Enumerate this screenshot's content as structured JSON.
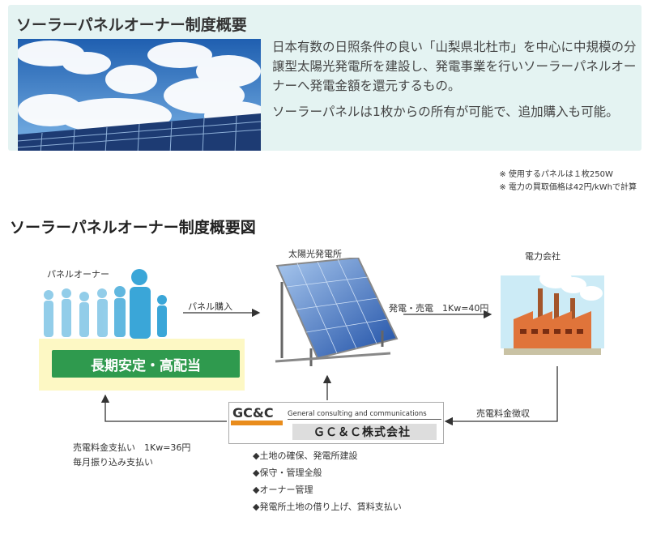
{
  "top": {
    "title": "ソーラーパネルオーナー制度概要",
    "description_1": "日本有数の日照条件の良い「山梨県北杜市」を中心に中規模の分譲型太陽光発電所を建設し、発電事業を行いソーラーパネルオーナーへ発電金額を還元するもの。",
    "description_2": "ソーラーパネルは1枚からの所有が可能で、追加購入も可能。"
  },
  "notes": [
    "※ 使用するパネルは１枚250W",
    "※ 電力の買取価格は42円/kWhで計算"
  ],
  "diagram": {
    "title": "ソーラーパネルオーナー制度概要図",
    "owner_label": "パネルオーナー",
    "plant_label": "太陽光発電所",
    "power_company_label": "電力会社",
    "buy_panel_label": "パネル購入",
    "sell_label": "発電・売電　1Kw=40円",
    "collect_label": "売電料金徴収",
    "payment_label": "売電料金支払い　1Kw=36円",
    "monthly_label": "毎月振り込み支払い",
    "green_box_label": "長期安定・高配当",
    "gc_logo": "GC&C",
    "gc_subtitle": "General consulting and communications",
    "gc_company": "ＧＣ＆Ｃ株式会社",
    "bullets": [
      "◆土地の確保、発電所建設",
      "◆保守・管理全般",
      "◆オーナー管理",
      "◆発電所土地の借り上げ、賃料支払い"
    ]
  },
  "colors": {
    "top_panel_bg": "#e4f3f2",
    "green_box": "#2f9a4e",
    "yellow_box": "#fdf8c4",
    "gc_accent": "#e98c1c",
    "people": "#3aa6d8"
  }
}
